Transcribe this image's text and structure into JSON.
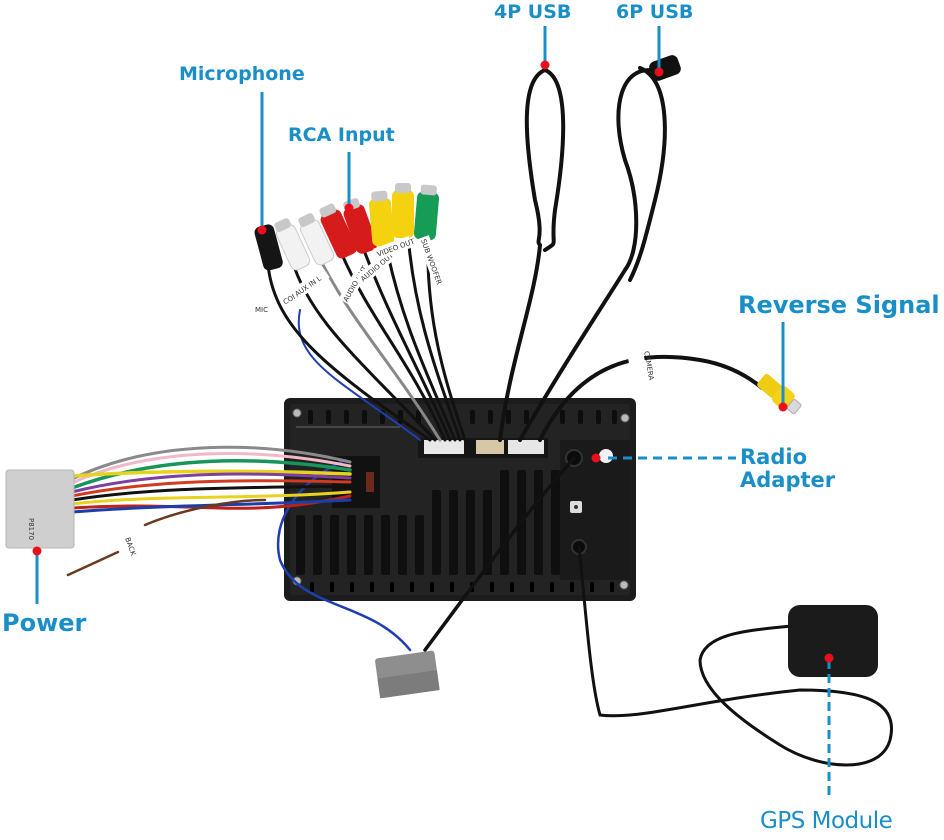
{
  "diagram": {
    "title": "Car stereo head unit rear wiring components",
    "accent_color": "#1a8fc7",
    "marker_color": "#e8101a",
    "callouts": [
      {
        "id": "usb4",
        "label": "4P USB",
        "line_style": "solid"
      },
      {
        "id": "usb6",
        "label": "6P USB",
        "line_style": "solid"
      },
      {
        "id": "mic",
        "label": "Microphone",
        "line_style": "solid"
      },
      {
        "id": "rca",
        "label": "RCA Input",
        "line_style": "solid"
      },
      {
        "id": "reverse",
        "label": "Reverse Signal",
        "line_style": "solid"
      },
      {
        "id": "radio",
        "label_line1": "Radio",
        "label_line2": "Adapter",
        "line_style": "dashed"
      },
      {
        "id": "power",
        "label": "Power",
        "line_style": "solid"
      },
      {
        "id": "gps",
        "label": "GPS Module",
        "line_style": "dashed"
      }
    ],
    "cable_tags": {
      "mic": "MIC",
      "conf": "CONT",
      "aux_in": "AUX IN L",
      "audio_out_1": "AUDIO OUT",
      "audio_out_2": "AUDIO OUT",
      "video_out": "VIDEO OUT",
      "sub_woofer": "SUB WOOFER",
      "camera": "CAMERA",
      "back": "BACK",
      "harness_code": "P8170"
    },
    "components": [
      "Head unit rear housing",
      "Power wiring harness",
      "Radio antenna adapter",
      "RCA cable bundle",
      "4-pin USB cable",
      "6-pin USB cable",
      "Reverse camera RCA cable",
      "GPS antenna"
    ]
  }
}
